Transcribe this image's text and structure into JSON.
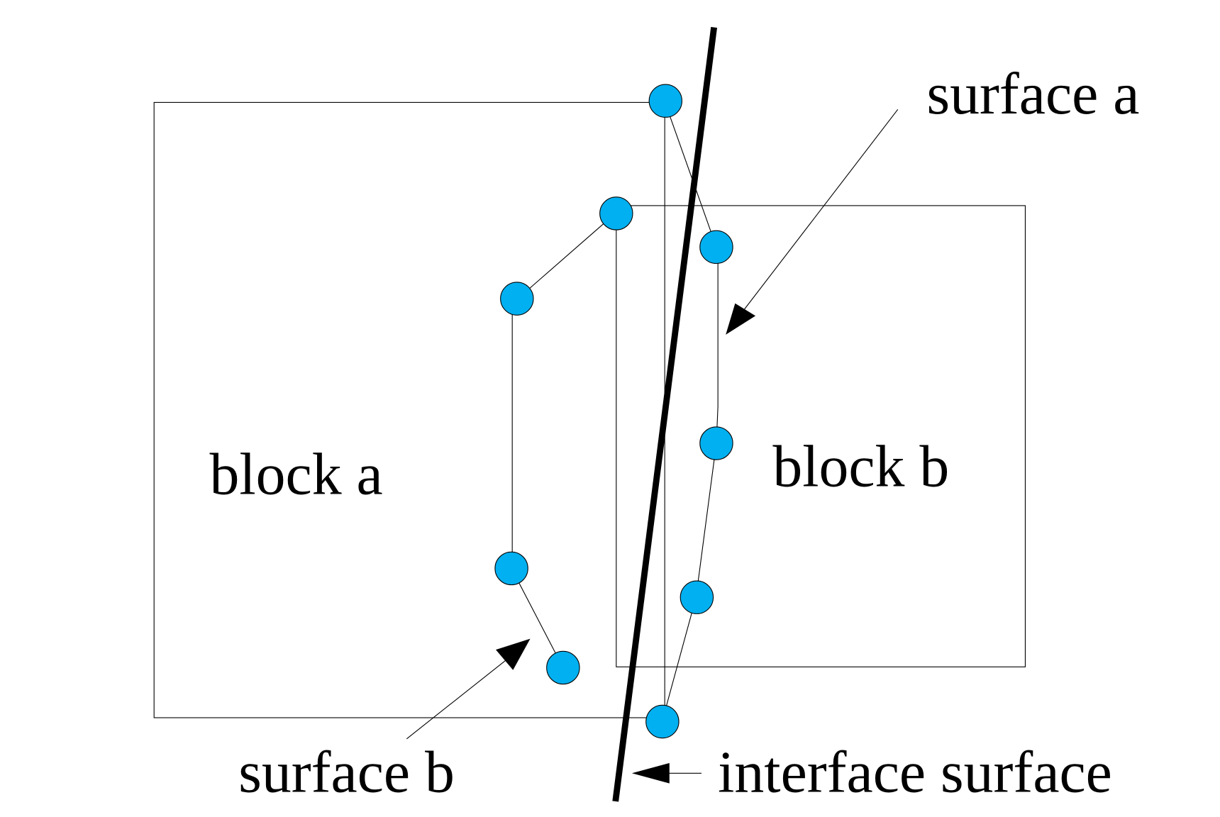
{
  "labels": {
    "block_a": "block a",
    "block_b": "block b",
    "surface_a": "surface a",
    "surface_b": "surface b",
    "interface_surface": "interface surface"
  },
  "colors": {
    "node_fill": "#00b0f0",
    "line": "#000000"
  }
}
